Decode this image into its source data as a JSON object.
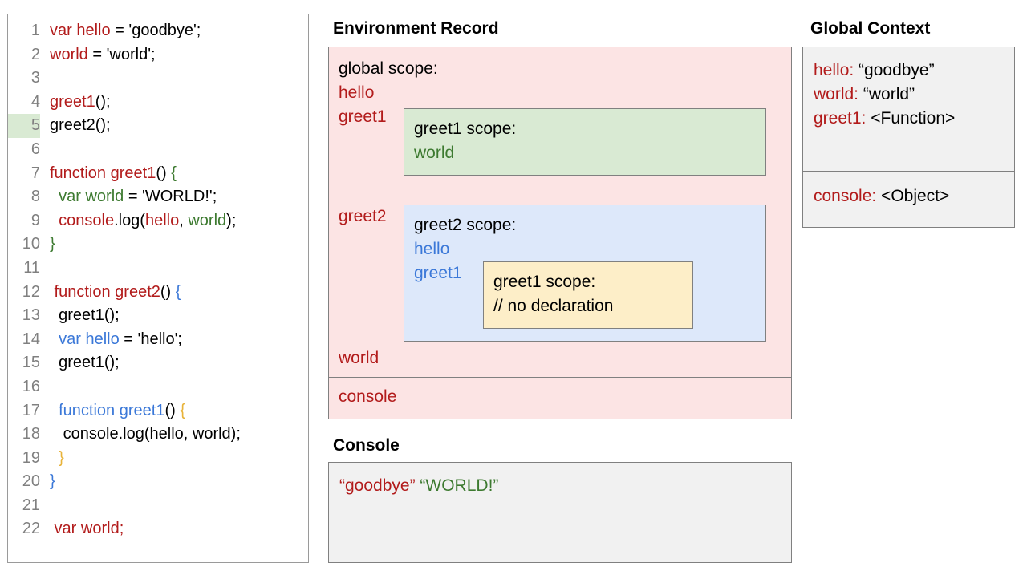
{
  "code_panel": {
    "highlighted_line": 5,
    "lines": [
      {
        "n": "1",
        "tokens": [
          {
            "t": "var hello",
            "c": "red"
          },
          {
            "t": " = 'goodbye';",
            "c": "black"
          }
        ]
      },
      {
        "n": "2",
        "tokens": [
          {
            "t": "world",
            "c": "red"
          },
          {
            "t": " = 'world';",
            "c": "black"
          }
        ]
      },
      {
        "n": "3",
        "tokens": []
      },
      {
        "n": "4",
        "tokens": [
          {
            "t": "greet1",
            "c": "red"
          },
          {
            "t": "();",
            "c": "black"
          }
        ]
      },
      {
        "n": "5",
        "tokens": [
          {
            "t": "greet2();",
            "c": "black"
          }
        ]
      },
      {
        "n": "6",
        "tokens": []
      },
      {
        "n": "7",
        "tokens": [
          {
            "t": "function greet1",
            "c": "red"
          },
          {
            "t": "() ",
            "c": "black"
          },
          {
            "t": "{",
            "c": "green"
          }
        ]
      },
      {
        "n": "8",
        "tokens": [
          {
            "t": "  ",
            "c": "black"
          },
          {
            "t": "var world",
            "c": "green"
          },
          {
            "t": " = 'WORLD!';",
            "c": "black"
          }
        ]
      },
      {
        "n": "9",
        "tokens": [
          {
            "t": "  ",
            "c": "black"
          },
          {
            "t": "console",
            "c": "red"
          },
          {
            "t": ".log(",
            "c": "black"
          },
          {
            "t": "hello",
            "c": "red"
          },
          {
            "t": ", ",
            "c": "black"
          },
          {
            "t": "world",
            "c": "green"
          },
          {
            "t": ");",
            "c": "black"
          }
        ]
      },
      {
        "n": "10",
        "tokens": [
          {
            "t": "}",
            "c": "green"
          }
        ]
      },
      {
        "n": "11",
        "tokens": []
      },
      {
        "n": "12",
        "tokens": [
          {
            "t": " function greet2",
            "c": "red"
          },
          {
            "t": "() ",
            "c": "black"
          },
          {
            "t": "{",
            "c": "blue"
          }
        ]
      },
      {
        "n": "13",
        "tokens": [
          {
            "t": "  greet1();",
            "c": "black"
          }
        ]
      },
      {
        "n": "14",
        "tokens": [
          {
            "t": "  ",
            "c": "black"
          },
          {
            "t": "var hello",
            "c": "blue"
          },
          {
            "t": " = 'hello';",
            "c": "black"
          }
        ]
      },
      {
        "n": "15",
        "tokens": [
          {
            "t": "  greet1();",
            "c": "black"
          }
        ]
      },
      {
        "n": "16",
        "tokens": []
      },
      {
        "n": "17",
        "tokens": [
          {
            "t": "  ",
            "c": "black"
          },
          {
            "t": "function greet1",
            "c": "blue"
          },
          {
            "t": "() ",
            "c": "black"
          },
          {
            "t": "{",
            "c": "yellow"
          }
        ]
      },
      {
        "n": "18",
        "tokens": [
          {
            "t": "   console.log(hello, world);",
            "c": "black"
          }
        ]
      },
      {
        "n": "19",
        "tokens": [
          {
            "t": "  ",
            "c": "black"
          },
          {
            "t": "}",
            "c": "yellow"
          }
        ]
      },
      {
        "n": "20",
        "tokens": [
          {
            "t": "}",
            "c": "blue"
          }
        ]
      },
      {
        "n": "21",
        "tokens": []
      },
      {
        "n": "22",
        "tokens": [
          {
            "t": " var world;",
            "c": "red"
          }
        ]
      }
    ]
  },
  "environment_record": {
    "title": "Environment Record",
    "global_scope": {
      "heading": "global scope:",
      "vars_top": [
        "hello",
        "greet1"
      ],
      "var_greet2": "greet2",
      "var_world": "world"
    },
    "console_entry": "console",
    "greet1_scope": {
      "heading": "greet1 scope:",
      "vars": [
        "world"
      ]
    },
    "greet2_scope": {
      "heading": "greet2 scope:",
      "vars": [
        "hello",
        "greet1"
      ]
    },
    "greet1_nested_scope": {
      "heading": "greet1 scope:",
      "comment": "// no declaration"
    }
  },
  "global_context": {
    "title": "Global Context",
    "upper": [
      {
        "key": "hello:",
        "value": " “goodbye”"
      },
      {
        "key": "world:",
        "value": " “world”"
      },
      {
        "key": "greet1:",
        "value": " <Function>"
      }
    ],
    "lower": [
      {
        "key": "console:",
        "value": " <Object>"
      }
    ]
  },
  "console_panel": {
    "title": "Console",
    "outputs": [
      {
        "text": "“goodbye”",
        "color": "red"
      },
      {
        "text": " ",
        "color": "black"
      },
      {
        "text": "“WORLD!”",
        "color": "green"
      }
    ]
  },
  "colors": {
    "red": "#b21b1b",
    "green": "#3d7a30",
    "blue": "#3b78d8",
    "yellow": "#e8b33a",
    "global_scope_bg": "#fce4e4",
    "greet1_scope_bg": "#d9ead3",
    "greet2_scope_bg": "#dde8fa",
    "nested_greet1_bg": "#fdeec8",
    "panel_bg": "#f1f1f1",
    "border": "#808080"
  }
}
